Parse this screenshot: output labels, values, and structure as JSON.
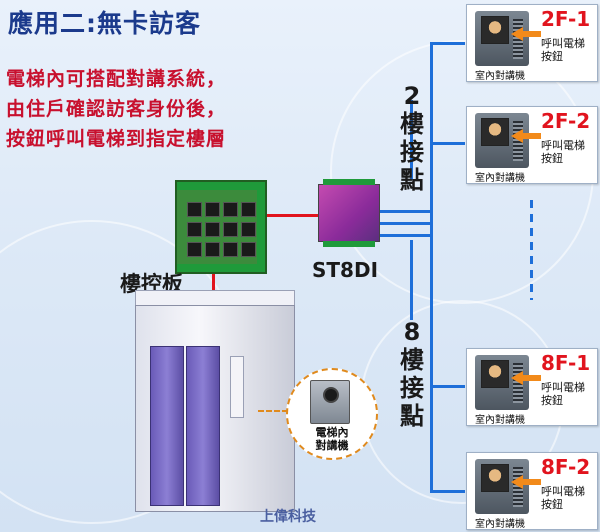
{
  "title": "應用二:無卡訪客",
  "description": [
    "電梯內可搭配對講系統，",
    "由住戶確認訪客身份後，",
    "按鈕呼叫電梯到指定樓層"
  ],
  "floor_groups": [
    {
      "number": "2",
      "chars": [
        "樓",
        "接",
        "點"
      ]
    },
    {
      "number": "8",
      "chars": [
        "樓",
        "接",
        "點"
      ]
    }
  ],
  "controller_label": "樓控板",
  "device_label": "ST8DI",
  "panels": [
    {
      "floor": "2F-1",
      "call_line1": "呼叫電梯",
      "call_line2": "按鈕",
      "caption": "室內對講機"
    },
    {
      "floor": "2F-2",
      "call_line1": "呼叫電梯",
      "call_line2": "按鈕",
      "caption": "室內對講機"
    },
    {
      "floor": "8F-1",
      "call_line1": "呼叫電梯",
      "call_line2": "按鈕",
      "caption": "室內對講機"
    },
    {
      "floor": "8F-2",
      "call_line1": "呼叫電梯",
      "call_line2": "按鈕",
      "caption": "室內對講機"
    }
  ],
  "elevator_intercom_label": [
    "電梯內",
    "對講機"
  ],
  "brand": "上偉科技",
  "colors": {
    "title": "#1b3a8c",
    "description": "#c8102e",
    "wire_blue": "#1e6fd9",
    "wire_red": "#e1141e",
    "floor_tag": "#e1141e"
  }
}
